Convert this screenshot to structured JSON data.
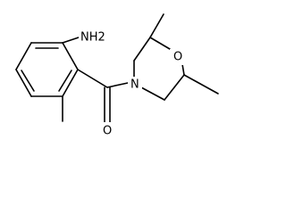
{
  "labels": {
    "amine": "NH2",
    "ring_oxygen": "O",
    "ring_nitrogen": "N",
    "carbonyl_oxygen": "O"
  }
}
